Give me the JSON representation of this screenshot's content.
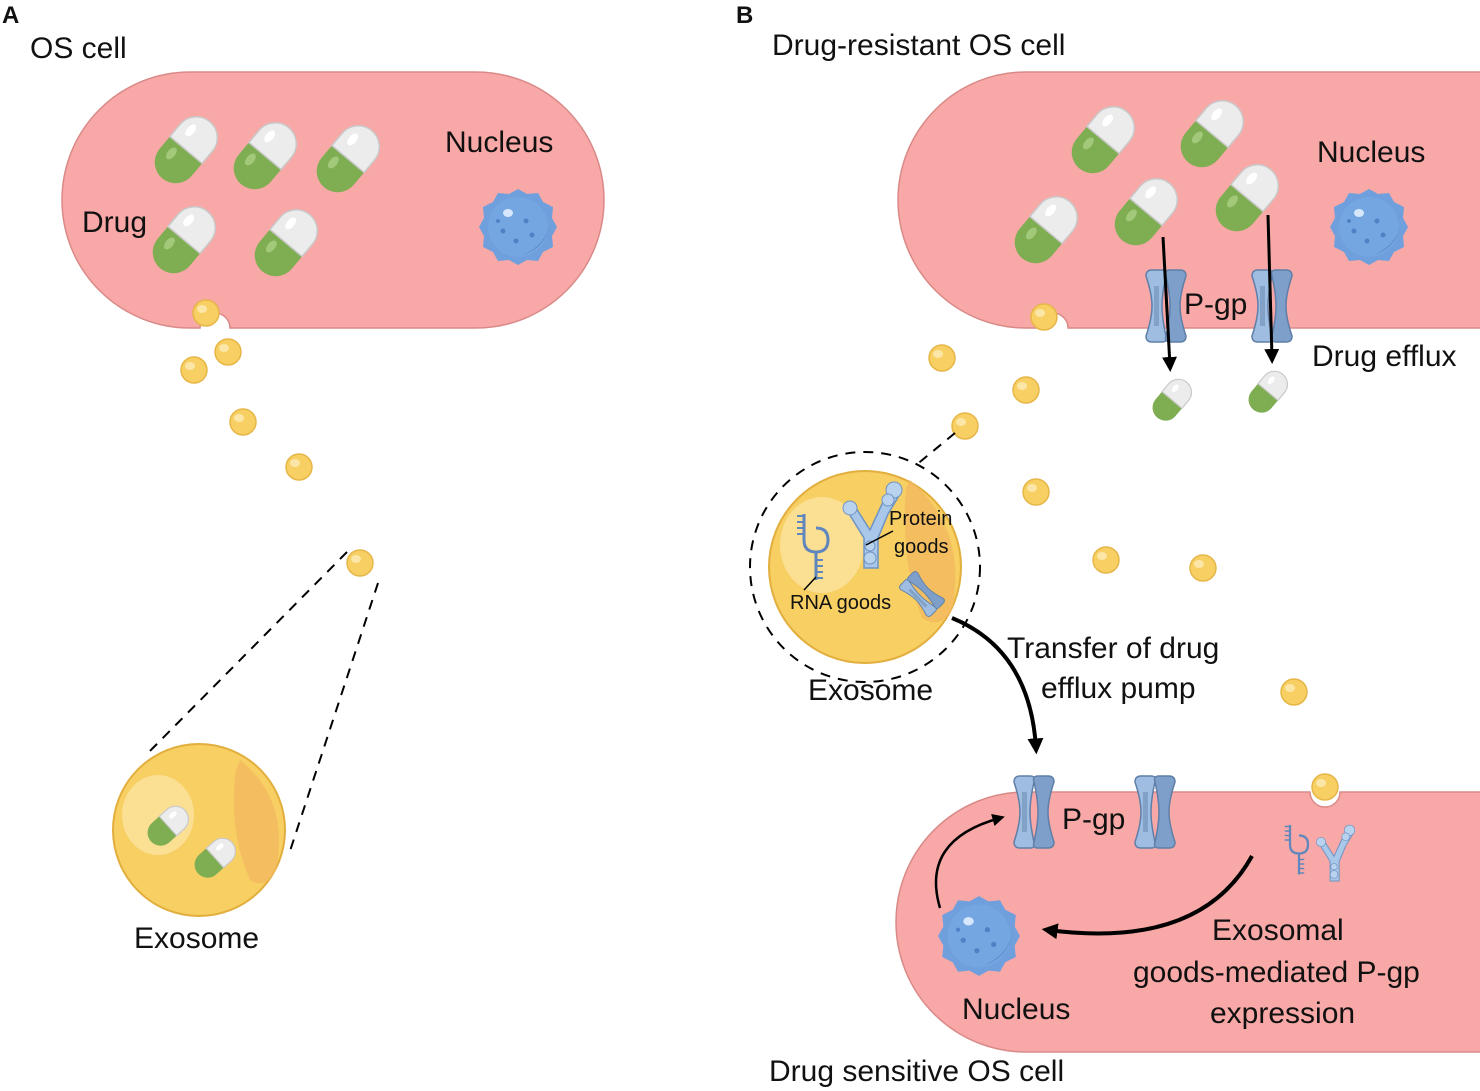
{
  "panel_a": {
    "letter": "A",
    "cell_title": "OS cell",
    "drug_label": "Drug",
    "nucleus_label": "Nucleus",
    "exosome_label": "Exosome"
  },
  "panel_b": {
    "letter": "B",
    "resistant_title": "Drug-resistant OS cell",
    "nucleus_label_top": "Nucleus",
    "pgp_label_top": "P-gp",
    "efflux_label": "Drug efflux",
    "protein_goods_line1": "Protein",
    "protein_goods_line2": "goods",
    "rna_goods_label": "RNA goods",
    "exosome_label": "Exosome",
    "transfer_line1": "Transfer of drug",
    "transfer_line2": "efflux pump",
    "pgp_label_bottom": "P-gp",
    "mediated_line1": "Exosomal",
    "mediated_line2": "goods-mediated P-gp",
    "mediated_line3": "expression",
    "nucleus_label_bottom": "Nucleus",
    "sensitive_title": "Drug sensitive OS cell"
  },
  "colors": {
    "cell_fill": "#f8a8a6",
    "cell_stroke": "#d98a88",
    "capsule_green": "#7fae52",
    "capsule_white": "#eeeeee",
    "nucleus_blue": "#6f9fdc",
    "exosome_yellow": "#f7cf62",
    "pgp_blue": "#9ebde0"
  }
}
